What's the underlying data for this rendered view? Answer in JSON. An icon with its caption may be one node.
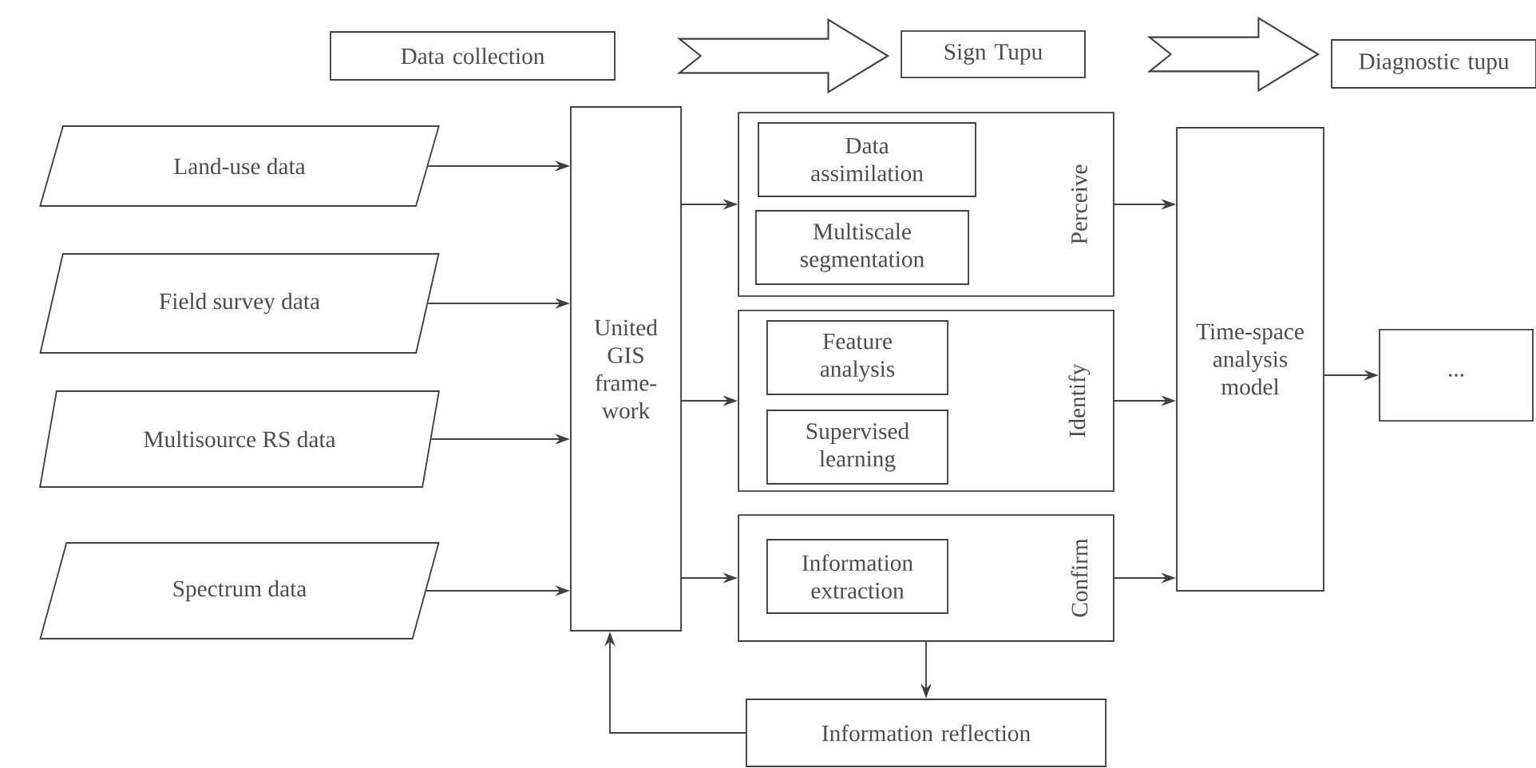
{
  "diagram": {
    "nodes": [
      {
        "text": [
          "Data collection"
        ]
      },
      {
        "text": [
          "Sign Tupu"
        ]
      },
      {
        "text": [
          "Diagnostic tupu"
        ]
      },
      {
        "text": [
          "Land-use data"
        ]
      },
      {
        "text": [
          "Field survey data"
        ]
      },
      {
        "text": [
          "Multisource RS data"
        ]
      },
      {
        "text": [
          "Spectrum data"
        ]
      },
      {
        "text": [
          "United GIS frame-work"
        ]
      },
      {
        "text": [
          "Perceive"
        ]
      },
      {
        "text": [
          "Data assimilation"
        ],
        "in": 8
      },
      {
        "text": [
          "Multiscale segmentation"
        ],
        "in": 8
      },
      {
        "text": [
          "Identify"
        ]
      },
      {
        "text": [
          "Feature analysis"
        ],
        "in": 11
      },
      {
        "text": [
          "Supervised learning"
        ],
        "in": 11
      },
      {
        "text": [
          "Confirm"
        ]
      },
      {
        "text": [
          "Information extraction"
        ],
        "in": 14
      },
      {
        "text": [
          "Time-space analysis model"
        ]
      },
      {
        "text": [
          "..."
        ]
      },
      {
        "text": [
          "Information reflection"
        ]
      }
    ],
    "edges": [
      {
        "from": 0,
        "to": 1,
        "arrow": "to",
        "style": "thick"
      },
      {
        "from": 1,
        "to": 2,
        "arrow": "to",
        "style": "thick"
      },
      {
        "from": 3,
        "to": 7,
        "arrow": "to"
      },
      {
        "from": 4,
        "to": 7,
        "arrow": "to"
      },
      {
        "from": 5,
        "to": 7,
        "arrow": "to"
      },
      {
        "from": 6,
        "to": 7,
        "arrow": "to"
      },
      {
        "from": 7,
        "to": 8,
        "arrow": "to"
      },
      {
        "from": 7,
        "to": 11,
        "arrow": "to"
      },
      {
        "from": 7,
        "to": 14,
        "arrow": "to"
      },
      {
        "from": 8,
        "to": 16,
        "arrow": "to"
      },
      {
        "from": 11,
        "to": 16,
        "arrow": "to"
      },
      {
        "from": 14,
        "to": 16,
        "arrow": "to"
      },
      {
        "from": 16,
        "to": 17,
        "arrow": "to"
      },
      {
        "from": 14,
        "to": 18,
        "arrow": "to"
      },
      {
        "from": 18,
        "to": 7,
        "arrow": "to"
      }
    ]
  }
}
